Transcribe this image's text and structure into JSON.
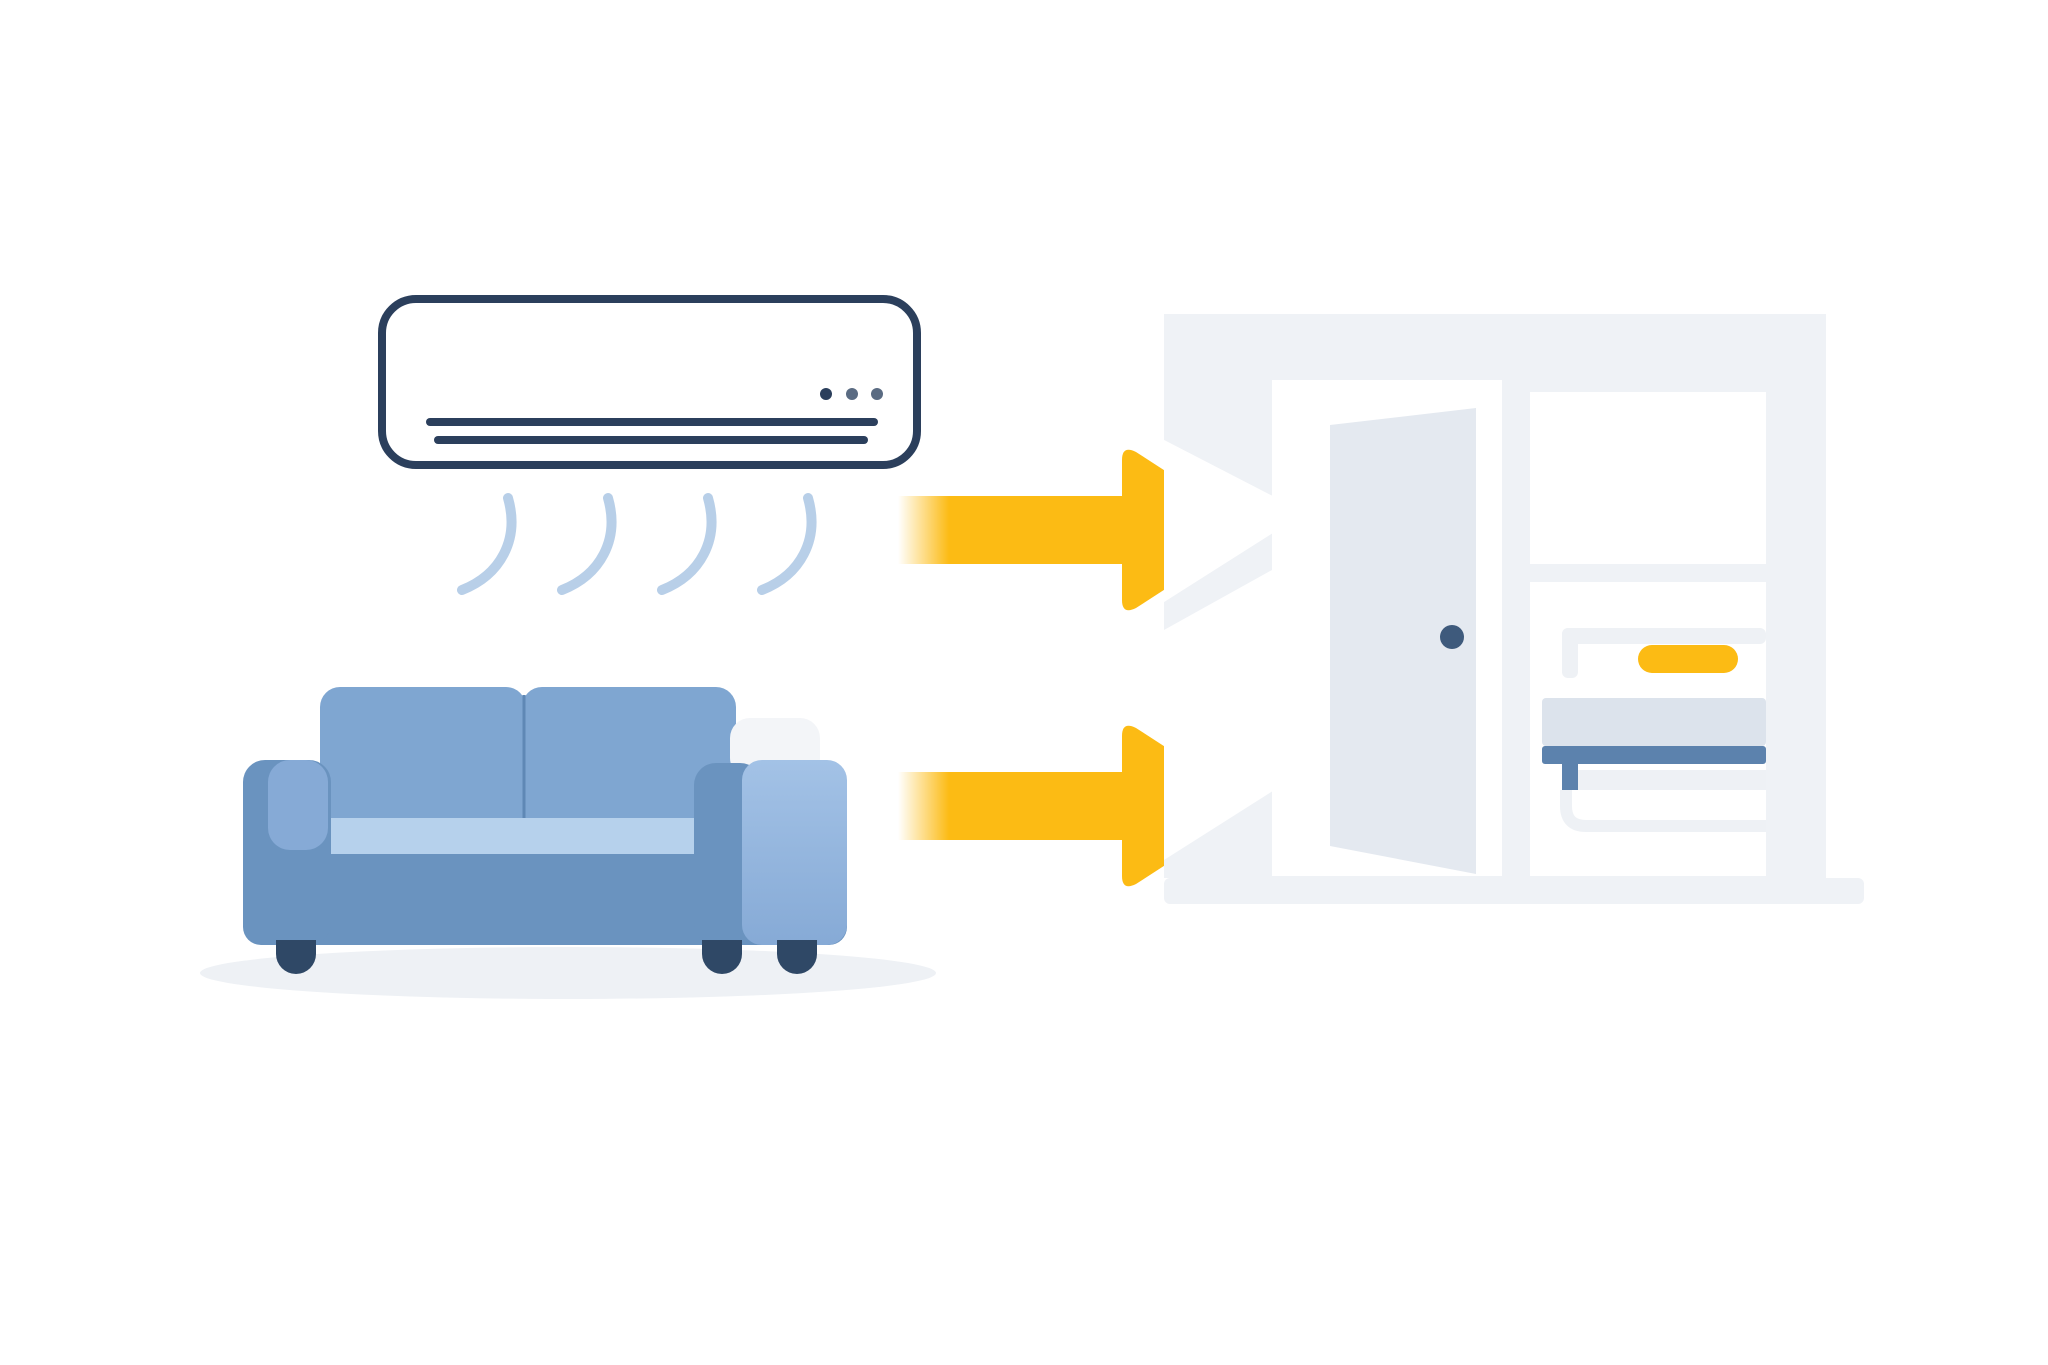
{
  "diagram": {
    "nodes": [
      {
        "id": "air-conditioner",
        "icon": "air-conditioner-icon"
      },
      {
        "id": "sofa",
        "icon": "sofa-icon"
      },
      {
        "id": "room",
        "icon": "room-with-open-door-icon"
      }
    ],
    "edges": [
      {
        "from": "air-conditioner",
        "to": "room",
        "icon": "arrow-right-icon"
      },
      {
        "from": "sofa",
        "to": "room",
        "icon": "arrow-right-icon"
      }
    ]
  },
  "colors": {
    "background": "#ffffff",
    "ac_outline": "#2b3f5c",
    "ac_indicator": "#5a6b82",
    "airflow": "#b8cfe8",
    "sofa_back": "#7fa6d1",
    "sofa_body": "#6a93bf",
    "sofa_arm_right": "#93b6de",
    "sofa_seat_highlight": "#b6d1ec",
    "sofa_leg": "#2f4866",
    "sofa_shadow": "#eef1f5",
    "arrow": "#fcbb14",
    "room_wall": "#eff2f6",
    "room_inner": "#ffffff",
    "door": "#e4e9f0",
    "door_knob": "#3e5a7c",
    "bed_blue": "#5c82ad",
    "pillow": "#fcbb14"
  }
}
